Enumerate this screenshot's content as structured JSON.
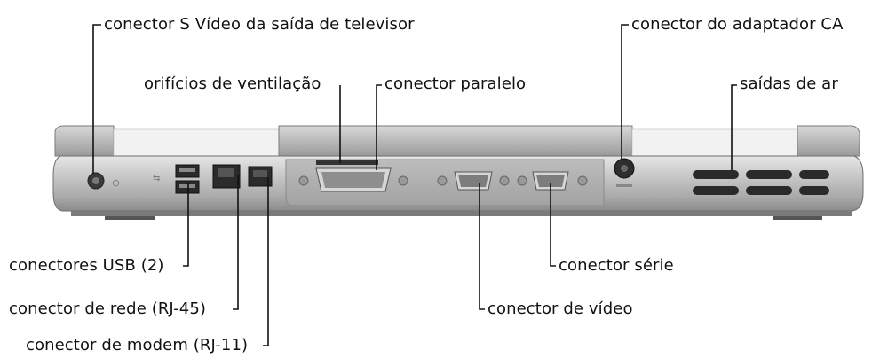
{
  "labels": {
    "svideo": "conector S Vídeo da saída de televisor",
    "ac_adapter": "conector do adaptador CA",
    "vents": "orifícios de ventilação",
    "parallel": "conector paralelo",
    "air_outlets": "saídas de ar",
    "usb": "conectores USB (2)",
    "network": "conector de rede (RJ-45)",
    "modem": "conector de modem (RJ-11)",
    "serial": "conector série",
    "video": "conector de vídeo"
  }
}
